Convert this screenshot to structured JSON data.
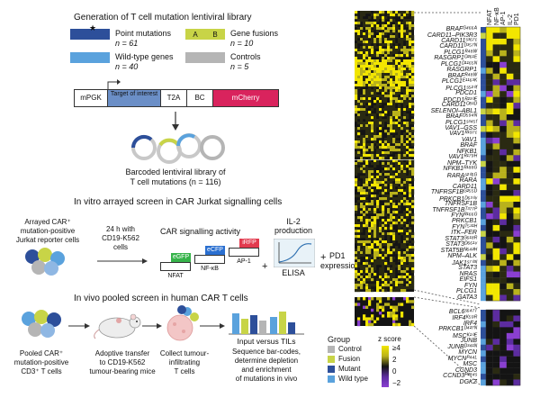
{
  "section1": {
    "title": "Generation of T cell mutation lentiviral library",
    "legend": {
      "point_mutations": "Point mutations",
      "point_n": "n = 61",
      "wild_type": "Wild-type genes",
      "wild_n": "n = 40",
      "gene_fusions": "Gene fusions",
      "fusion_n": "n = 10",
      "controls": "Controls",
      "controls_n": "n = 5",
      "fusion_a": "A",
      "fusion_b": "B"
    },
    "construct": {
      "promoter": "mPGK",
      "target": "Target of interest",
      "t2a": "T2A",
      "bc": "BC",
      "reporter": "mCherry"
    },
    "library_caption_1": "Barcoded lentiviral library of",
    "library_caption_2": "T cell mutations (n = 116)"
  },
  "section2": {
    "title": "In vitro arrayed screen in CAR Jurkat signalling cells",
    "cells_label_1": "Arrayed CAR⁺",
    "cells_label_2": "mutation-positive",
    "cells_label_3": "Jurkat reporter cells",
    "stim_1": "24 h with",
    "stim_2": "CD19-K562",
    "stim_3": "cells",
    "activity_title": "CAR signalling activity",
    "reporters": [
      {
        "name": "eGFP",
        "promoter": "NFAT",
        "color": "#36b34a"
      },
      {
        "name": "eCFP",
        "promoter": "NF-κB",
        "color": "#2a6fd0"
      },
      {
        "name": "iRFP",
        "promoter": "AP-1",
        "color": "#e23a4e"
      }
    ],
    "il2_1": "IL-2",
    "il2_2": "production",
    "elisa": "ELISA",
    "pd1_1": "PD1",
    "pd1_2": "expression",
    "plus": "+"
  },
  "section3": {
    "title": "In vivo pooled screen in human CAR T cells",
    "step1_1": "Pooled CAR⁺",
    "step1_2": "mutation-positive",
    "step1_3": "CD3⁺ T cells",
    "step2_1": "Adoptive transfer",
    "step2_2": "to CD19-K562",
    "step2_3": "tumour-bearing mice",
    "step3_1": "Collect tumour-",
    "step3_2": "infiltrating",
    "step3_3": "T cells",
    "step4_title": "Input versus TILs",
    "step4_1": "Sequence bar-codes,",
    "step4_2": "determine depletion",
    "step4_3": "and enrichment",
    "step4_4": "of mutations in vivo"
  },
  "heatmap": {
    "columns": [
      "NFAT",
      "NF-κB",
      "AP-1",
      "IL-2",
      "PD1"
    ],
    "group_legend": {
      "title": "Group",
      "items": [
        {
          "label": "Control",
          "color": "#b5b5b5"
        },
        {
          "label": "Fusion",
          "color": "#c8d447"
        },
        {
          "label": "Mutant",
          "color": "#2d4f9a"
        },
        {
          "label": "Wild type",
          "color": "#5aa2dd"
        }
      ]
    },
    "zscore": {
      "title": "z score",
      "ticks": [
        "≥4",
        "2",
        "0",
        "−2"
      ],
      "colors": [
        "#f2e600",
        "#b9b21c",
        "#141414",
        "#5c2ca0",
        "#8a3fd1"
      ]
    },
    "top_genes": [
      "BRAFᴳ⁴⁶⁶ᴬ",
      "CARD11–PIK3R3",
      "CARD11ˢ³⁶⁷ᶜ",
      "CARD11ᴰ³⁵⁷ᴺ",
      "PLCG1ᴿ⁴⁸ᵂ",
      "RASGRP1ᴼ²⁶¹ᴱ",
      "PLCG1ᴰ¹¹⁶⁵ᴺ",
      "RASGRP1",
      "BRAFᴿ⁴⁸ᵂ",
      "PLCG1ᴱ¹¹⁶³ᴷ",
      "PLCG1ˢ⁵²⁰ᶠ",
      "PDCD1",
      "PDCD1ᴿ²³⁰ᴱ",
      "CARD11ᴼ⁸¹ᴰ",
      "SELENOI–ABL1",
      "BRAFᴰ⁵⁹⁴ᴺ",
      "PLCG1ˢ³⁴⁵ᶠ",
      "VAV1–GSS",
      "VAV1ᴿ¹⁹⁷ᶜ",
      "VAV1",
      "BRAF",
      "NFKB1",
      "VAV1ᴿ¹⁷⁹ᴴ",
      "NPM–TYK",
      "NFKB1ᴿ¹⁸⁸ᴳ",
      "RARAˢ²⁰⁶ᴳ",
      "RARA",
      "CARD11",
      "TNFRSF1Bᴳ²⁵⁵ᴰ",
      "PRKCB1ᴰ⁶³⁰ᵛ",
      "TNFRSF1B",
      "TNFRSF1Bᵀ³⁷⁷ᴾ",
      "FYNᴿ¹⁶⁶ᴳ",
      "PRKCB1",
      "FYNᵀ⁵³¹ᴴ",
      "ITK–FER",
      "STAT3ᴳ⁶¹⁸ᴿ",
      "STAT3ᴰ⁶⁶¹ᵛ",
      "STAT5Bᴺ⁶⁴²ᴴ",
      "NPM–ALK",
      "JAK1ˢ⁷⁰³ᴵ",
      "STAT3",
      "NRAS",
      "EIFS1",
      "FYN",
      "PLCG1",
      "GATA3"
    ],
    "bottom_genes": [
      "BCL6ˢ⁶⁴⁷ᵀ",
      "IRF4ᴷ⁵⁹ᴿ",
      "IRF4",
      "PRKCB1ᴰ⁴²⁷ᴺ",
      "MSCᴷ¹⁰ᴱ",
      "JUNB",
      "JUNBᴰ³⁴¹ᴺ",
      "MYCN",
      "MYCNᴾ⁴⁴ᴸ",
      "MSC",
      "CCND3",
      "CCND3ᴾ²⁸⁴ˢ",
      "DGKZ"
    ]
  }
}
